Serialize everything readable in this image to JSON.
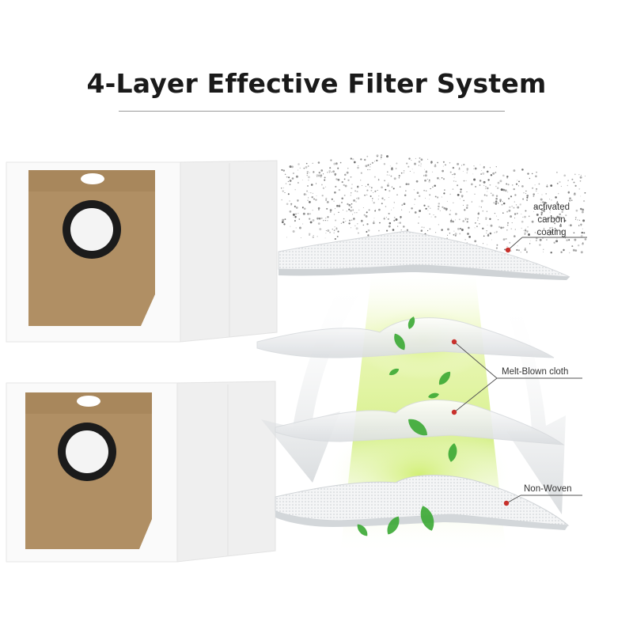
{
  "title": "4-Layer Effective Filter System",
  "labels": {
    "activated_carbon": [
      "activated",
      "carbon",
      "coating"
    ],
    "melt_blown": "Melt-Blown cloth",
    "non_woven": "Non-Woven"
  },
  "icons": [
    "dust-bag-icon",
    "leaf-icon",
    "arrow-icon"
  ],
  "colors": {
    "cardboard": "#b08f64",
    "bag": "#f7f7f7",
    "ring": "#1b1b1b",
    "marker": "#c8312c",
    "airflow": "#b8e05a",
    "leaf": "#3aa833",
    "dust": "#5a5a5a"
  }
}
